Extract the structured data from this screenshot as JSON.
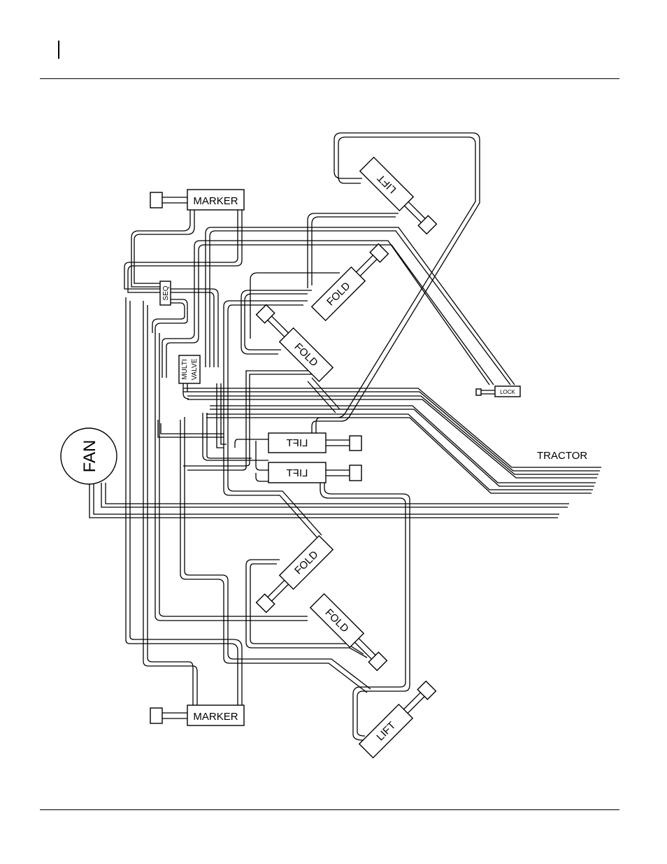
{
  "labels": {
    "marker_top": "MARKER",
    "marker_bottom": "MARKER",
    "lift_top": "LIFT",
    "lift_bottom": "LIFT",
    "lift_center_1": "LIFT",
    "lift_center_2": "LIFT",
    "fold_1": "FOLD",
    "fold_2": "FOLD",
    "fold_3": "FOLD",
    "fold_4": "FOLD",
    "seq": "SEQ",
    "multi_valve_1": "MULTI",
    "multi_valve_2": "VALVE",
    "lock": "LOCK",
    "fan": "FAN",
    "tractor": "TRACTOR"
  }
}
